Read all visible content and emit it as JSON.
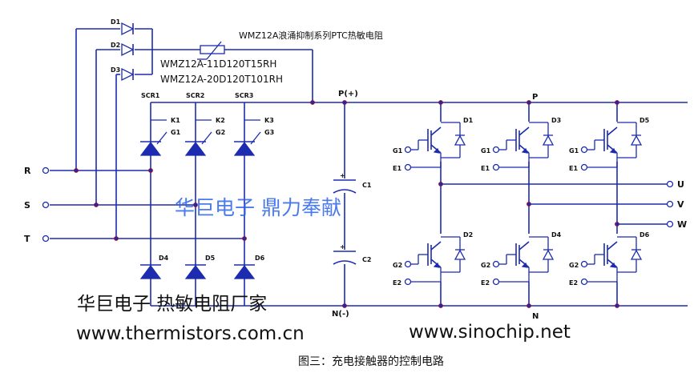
{
  "ptc": {
    "title": "WMZ12A浪涌抑制系列PTC热敏电阻",
    "model_1": "WMZ12A-11D120T15RH",
    "model_2": "WMZ12A-20D120T101RH"
  },
  "input_diodes": [
    "D1",
    "D2",
    "D3"
  ],
  "scr_labels": [
    "SCR1",
    "SCR2",
    "SCR3"
  ],
  "k_labels": [
    "K1",
    "K2",
    "K3"
  ],
  "g_labels": [
    "G1",
    "G2",
    "G3"
  ],
  "bottom_diodes": [
    "D4",
    "D5",
    "D6"
  ],
  "phases": [
    "R",
    "S",
    "T"
  ],
  "bus_positive": "P(+)",
  "bus_negative": "N(-)",
  "capacitors": [
    "C1",
    "C2"
  ],
  "inverter": {
    "p_label": "P",
    "n_label": "N",
    "upper_diodes": [
      "D1",
      "D3",
      "D5"
    ],
    "lower_diodes": [
      "D2",
      "D4",
      "D6"
    ],
    "upper_gate": "G1",
    "upper_emitter": "E1",
    "lower_gate": "G2",
    "lower_emitter": "E2",
    "outputs": [
      "U",
      "V",
      "W"
    ]
  },
  "watermark": "华巨电子 鼎力奉献",
  "footer": {
    "company": "华巨电子 热敏电阻厂家",
    "url_1": "www.thermistors.com.cn",
    "url_2": "www.sinochip.net"
  },
  "caption": "图三：充电接触器的控制电路",
  "colors": {
    "wire": "#1c2bb0",
    "junction_outline": "#c00000",
    "watermark": "#2b63e8",
    "text": "#111111"
  }
}
